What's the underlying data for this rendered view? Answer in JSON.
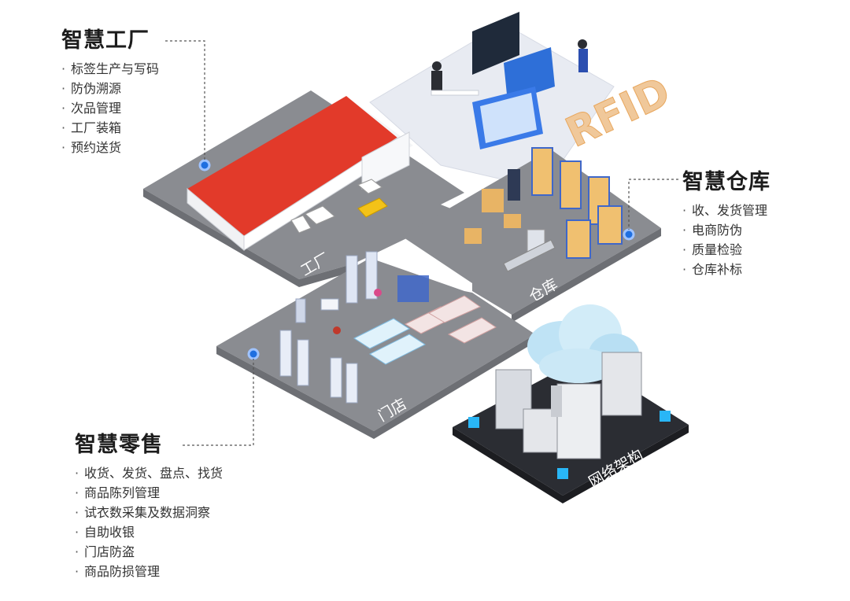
{
  "panels": {
    "factory": {
      "title": "智慧工厂",
      "items": [
        "标签生产与写码",
        "防伪溯源",
        "次品管理",
        "工厂装箱",
        "预约送货"
      ]
    },
    "warehouse": {
      "title": "智慧仓库",
      "items": [
        "收、发货管理",
        "电商防伪",
        "质量检验",
        "仓库补标"
      ]
    },
    "retail": {
      "title": "智慧零售",
      "items": [
        "收货、发货、盘点、找货",
        "商品陈列管理",
        "试衣数采集及数据洞察",
        "自助收银",
        "门店防盗",
        "商品防损管理"
      ]
    }
  },
  "zones": {
    "factory": "工厂",
    "warehouse": "仓库",
    "store": "门店",
    "network": "网络架构",
    "rfid": "RFID"
  },
  "bullet": "·",
  "colors": {
    "platform": "#8a8c91",
    "platform_dark": "#6d6f74",
    "roof": "#e23a2a",
    "marker": "#1f6fe0",
    "network_base": "#2b2d33",
    "cloud": "#bfe3f5",
    "cyan_led": "#29b6f6"
  }
}
